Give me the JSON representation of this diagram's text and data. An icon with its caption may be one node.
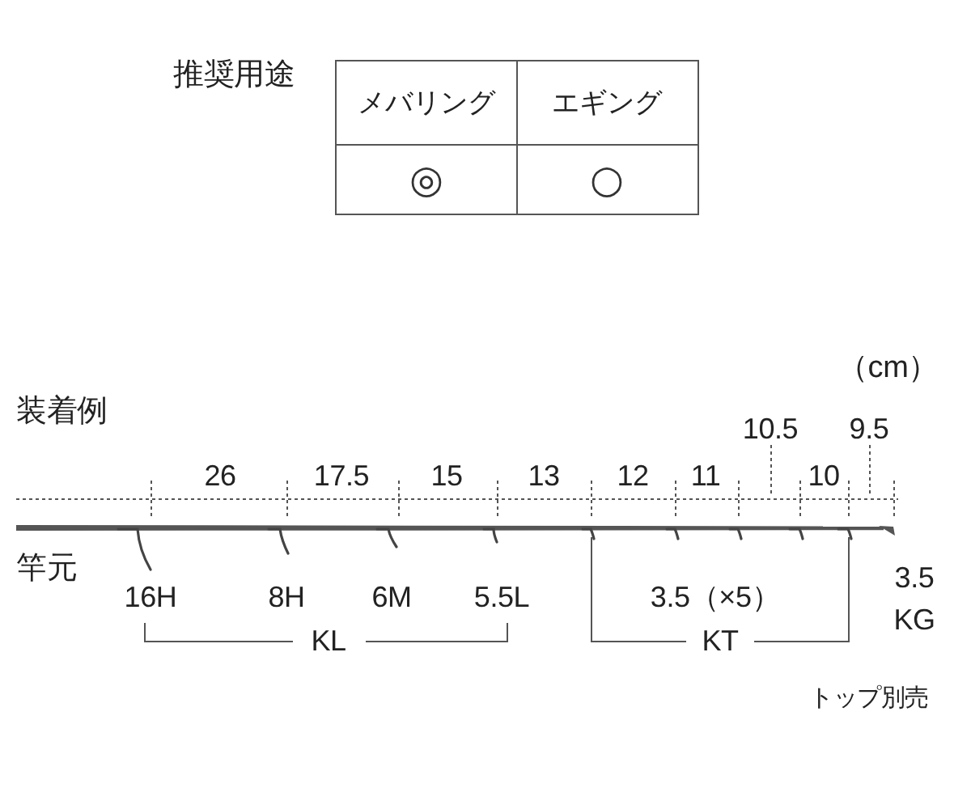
{
  "diagram": {
    "labels": [
      "推奨用途",
      "メバリング",
      "エギング",
      "◎",
      "○",
      "（cm）",
      "装着例",
      "10.5",
      "9.5",
      "26",
      "17.5",
      "15",
      "13",
      "12",
      "11",
      "10",
      "竿元",
      "16H",
      "8H",
      "6M",
      "5.5L",
      "3.5（×5）",
      "3.5 KG",
      "KL",
      "KT",
      "トップ別売"
    ]
  }
}
